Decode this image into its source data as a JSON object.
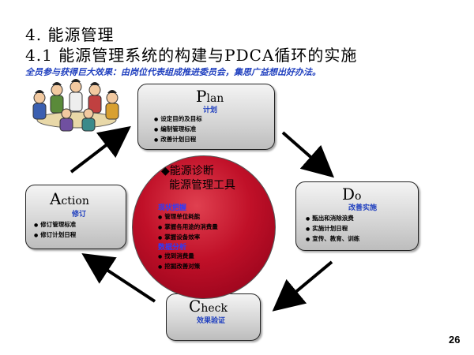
{
  "title_line1": "4. 能源管理",
  "title_line2": "4.1 能源管理系统的构建与PDCA循环的实施",
  "subtitle": "全员参与获得巨大效果：由岗位代表组成推进委员会，集思广益想出好办法。",
  "plan": {
    "first_letter": "P",
    "rest": "lan",
    "sub": "计划",
    "items": [
      "设定目的及目标",
      "编制管理标准",
      "改善计划日程"
    ]
  },
  "do": {
    "first_letter": "D",
    "rest": "o",
    "sub": "改善实施",
    "items": [
      "甄出和消除浪费",
      "实施计划日程",
      "宣传、教育、训练"
    ]
  },
  "check": {
    "first_letter": "C",
    "rest": "heck",
    "sub": "效果验证"
  },
  "action": {
    "first_letter": "A",
    "rest": "ction",
    "sub": "修订",
    "items": [
      "修订管理标准",
      "修订计划日程"
    ]
  },
  "center": {
    "title1": "◆能源诊断",
    "title2": "能源管理工具",
    "section1": "现状把握",
    "items1": [
      "管理单位耗能",
      "掌握各用途的消费量",
      "掌握设备效率"
    ],
    "section2": "数据分析",
    "items2": [
      "找到消费量",
      "挖掘改善对策"
    ]
  },
  "page_number": "26",
  "colors": {
    "accent_blue": "#1f3fbf",
    "circle_red": "#c01028",
    "box_gray": "#d4d4d4"
  }
}
